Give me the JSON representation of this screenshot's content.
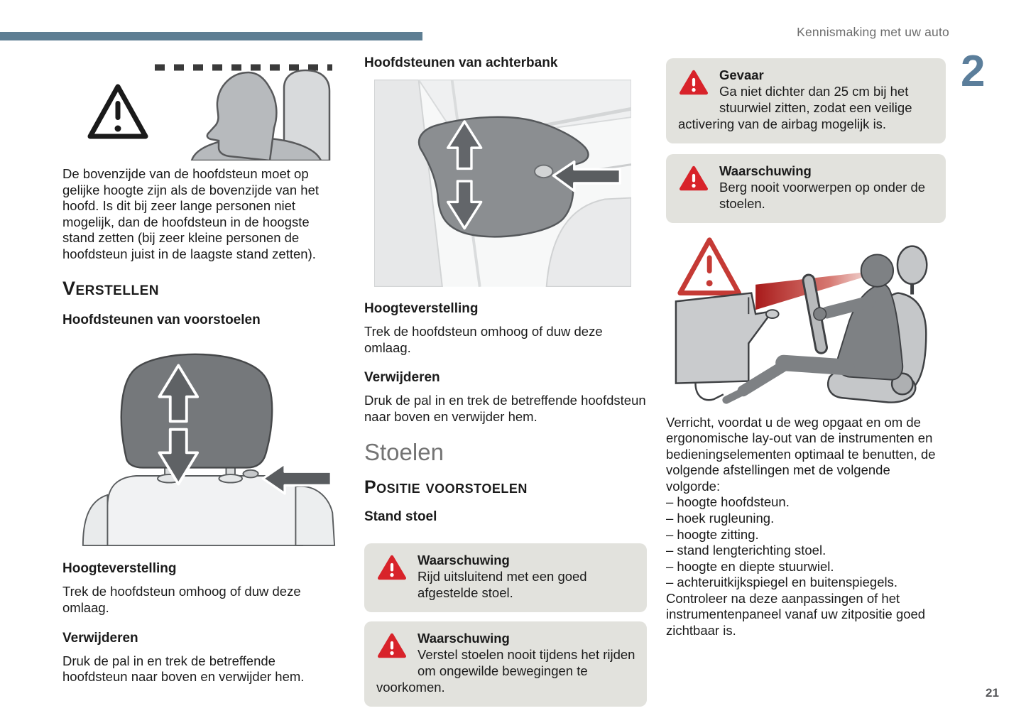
{
  "page": {
    "header_title": "Kennismaking met uw auto",
    "chapter_number": "2",
    "page_number": "21"
  },
  "colors": {
    "accent_bar": "#5e7e93",
    "chapter_number": "#5b7e9b",
    "warning_red": "#d8232a",
    "warning_box_bg": "#e2e2dd",
    "body_text": "#1b1b1b",
    "muted_heading": "#747474"
  },
  "left": {
    "intro": "De bovenzijde van de hoofdsteun moet op gelijke hoogte zijn als de bovenzijde van het hoofd. Is dit bij zeer lange personen niet mogelijk, dan de hoofdsteun in de hoogste stand zetten (bij zeer kleine personen de hoofdsteun juist in de laagste stand zetten).",
    "section_title": "Verstellen",
    "subsection_title": "Hoofdsteunen van voorstoelen",
    "height_heading": "Hoogteverstelling",
    "height_text": "Trek de hoofdsteun omhoog of duw deze omlaag.",
    "remove_heading": "Verwijderen",
    "remove_text": "Druk de pal in en trek de betreffende hoofdsteun naar boven en verwijder hem."
  },
  "middle": {
    "rear_heading": "Hoofdsteunen van achterbank",
    "height_heading": "Hoogteverstelling",
    "height_text": "Trek de hoofdsteun omhoog of duw deze omlaag.",
    "remove_heading": "Verwijderen",
    "remove_text": "Druk de pal in en trek de betreffende hoofdsteun naar boven en verwijder hem.",
    "seats_title": "Stoelen",
    "position_title": "Positie voorstoelen",
    "stand_heading": "Stand stoel",
    "warning1": {
      "title": "Waarschuwing",
      "text": "Rijd uitsluitend met een goed afgestelde stoel."
    },
    "warning2": {
      "title": "Waarschuwing",
      "text": "Verstel stoelen nooit tijdens het rijden om ongewilde bewegingen te voorkomen."
    }
  },
  "right": {
    "danger": {
      "title": "Gevaar",
      "text": "Ga niet dichter dan 25 cm bij het stuurwiel zitten, zodat een veilige activering van de airbag mogelijk is."
    },
    "warning": {
      "title": "Waarschuwing",
      "text": "Berg nooit voorwerpen op onder de stoelen."
    },
    "ergonomics_intro": "Verricht, voordat u de weg opgaat en om de ergonomische lay-out van de instrumenten en bedieningselementen optimaal te benutten, de volgende afstellingen met de volgende volgorde:",
    "adjustments": [
      "– hoogte hoofdsteun.",
      "– hoek rugleuning.",
      "– hoogte zitting.",
      "– stand lengterichting stoel.",
      "– hoogte en diepte stuurwiel.",
      "– achteruitkijkspiegel en buitenspiegels."
    ],
    "ergonomics_outro": "Controleer na deze aanpassingen of het instrumentenpaneel vanaf uw zitpositie goed zichtbaar is."
  }
}
